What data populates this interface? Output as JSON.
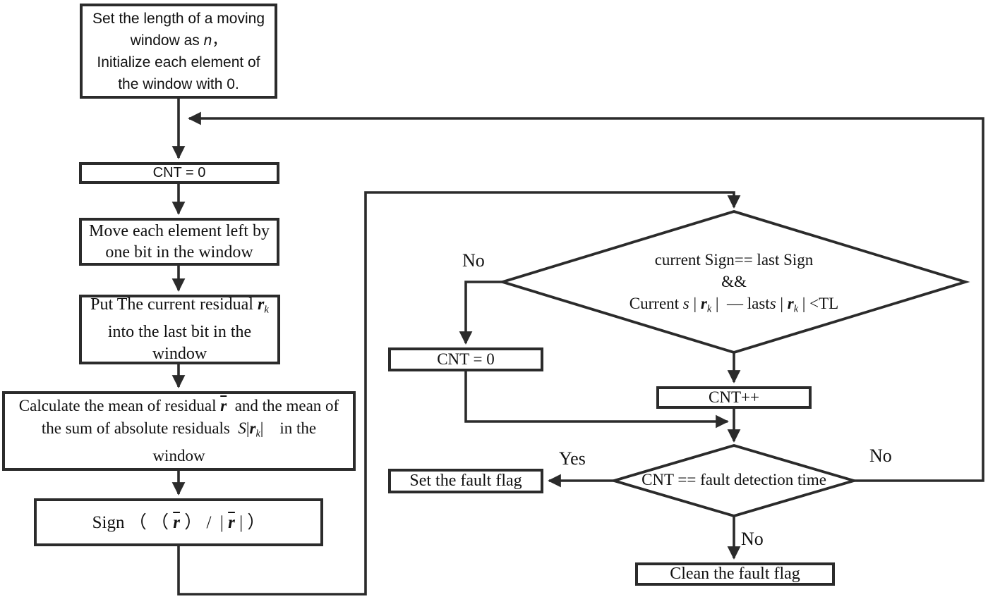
{
  "flowchart": {
    "colors": {
      "line": "#2b2b2b",
      "background": "#ffffff",
      "text": "#111111"
    },
    "init": {
      "lines": [
        [
          {
            "t": "Set the length of a moving"
          }
        ],
        [
          {
            "t": "window as "
          },
          {
            "t": "n",
            "s": "i"
          },
          {
            "t": "，"
          }
        ],
        [
          {
            "t": "Initialize each element of"
          }
        ],
        [
          {
            "t": "the window with 0."
          }
        ]
      ]
    },
    "cnt_reset_top": {
      "label": "CNT = 0"
    },
    "shift_window": {
      "lines": [
        [
          {
            "t": "Move each element left by"
          }
        ],
        [
          {
            "t": "one bit in the window"
          }
        ]
      ]
    },
    "put_residual": {
      "lines": [
        [
          {
            "t": "Put The current residual "
          },
          {
            "t": "r",
            "s": "bi"
          },
          {
            "t": "k",
            "s": "sub"
          }
        ],
        [
          {
            "t": "into the last bit in the"
          }
        ],
        [
          {
            "t": "window"
          }
        ]
      ]
    },
    "calc_mean": {
      "lines": [
        [
          {
            "t": "Calculate the mean of residual "
          },
          {
            "t": "r",
            "s": "bi-ov"
          },
          {
            "t": "  and the mean of"
          }
        ],
        [
          {
            "t": "the sum of absolute residuals  "
          },
          {
            "t": "S",
            "s": "i"
          },
          {
            "t": "|"
          },
          {
            "t": "r",
            "s": "bi"
          },
          {
            "t": "k",
            "s": "sub"
          },
          {
            "t": "|    in the"
          }
        ],
        [
          {
            "t": "window"
          }
        ]
      ]
    },
    "sign": {
      "lines": [
        [
          {
            "t": "Sign （ （ "
          },
          {
            "t": "r",
            "s": "bi-ov"
          },
          {
            "t": " ） /  | "
          },
          {
            "t": "r",
            "s": "bi-ov"
          },
          {
            "t": " | ）"
          }
        ]
      ]
    },
    "decision_trend": {
      "lines": [
        [
          {
            "t": "current Sign== last Sign"
          }
        ],
        [
          {
            "t": "&&"
          }
        ],
        [
          {
            "t": "Current "
          },
          {
            "t": "s",
            "s": "i"
          },
          {
            "t": " | "
          },
          {
            "t": "r",
            "s": "bi"
          },
          {
            "t": "k",
            "s": "sub"
          },
          {
            "t": " |  — last"
          },
          {
            "t": "s",
            "s": "i"
          },
          {
            "t": " | "
          },
          {
            "t": "r",
            "s": "bi"
          },
          {
            "t": "k",
            "s": "sub"
          },
          {
            "t": " | <TL"
          }
        ]
      ]
    },
    "cnt_reset_right": {
      "label": "CNT = 0"
    },
    "cnt_increment": {
      "label": "CNT++"
    },
    "decision_fault": {
      "label": "CNT == fault detection time"
    },
    "set_flag": {
      "label": "Set the fault flag"
    },
    "clean_flag": {
      "label": "Clean the fault flag"
    },
    "labels": {
      "no_upper": "No",
      "yes": "Yes",
      "no_right": "No",
      "no_bottom": "No"
    }
  }
}
